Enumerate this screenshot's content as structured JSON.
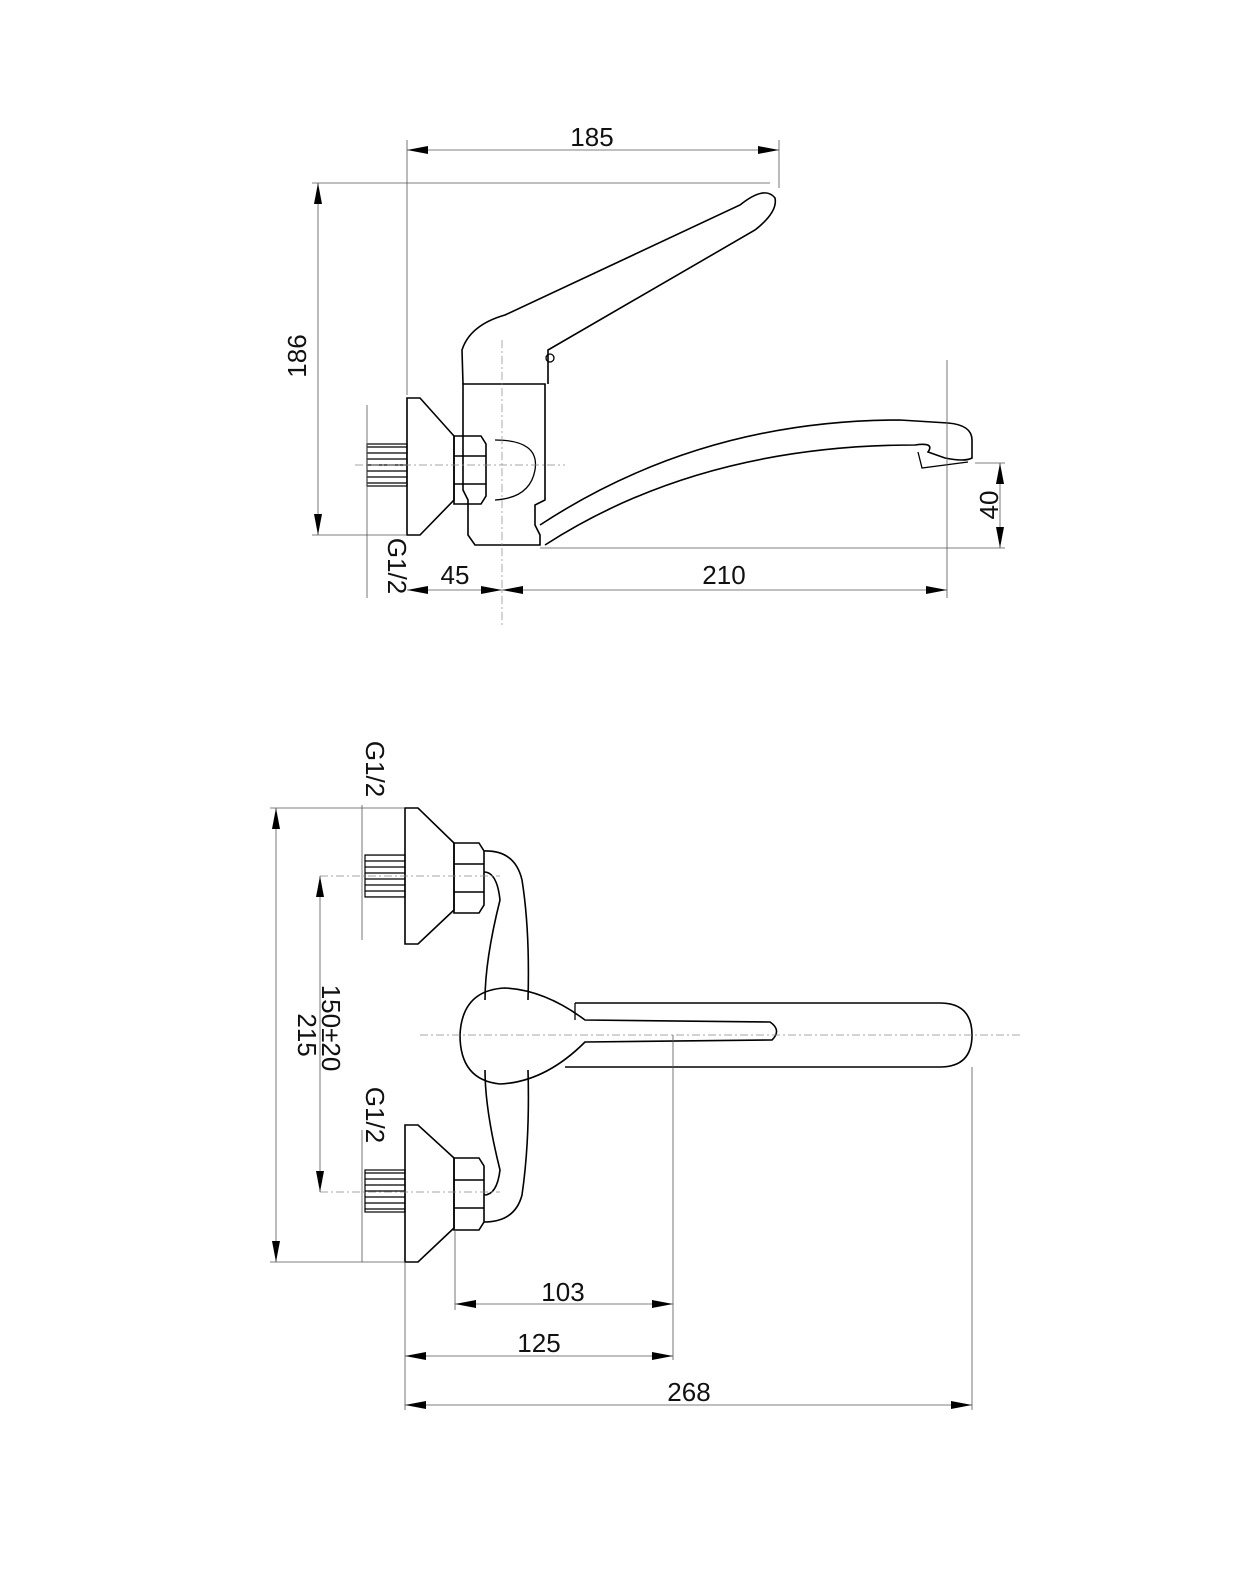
{
  "side_view": {
    "dim_overall_length": "185",
    "dim_overall_height": "186",
    "dim_outlet_height": "40",
    "dim_wall_to_body": "45",
    "dim_spout_reach": "210",
    "thread_label": "G1/2"
  },
  "top_view": {
    "thread_label_upper": "G1/2",
    "thread_label_lower": "G1/2",
    "dim_overall_width": "215",
    "dim_inlet_spacing": "150±20",
    "dim_to_lever": "103",
    "dim_to_spout_axis": "125",
    "dim_total_projection": "268"
  },
  "colors": {
    "line": "#000000",
    "dimension": "#555555",
    "background": "#ffffff"
  }
}
